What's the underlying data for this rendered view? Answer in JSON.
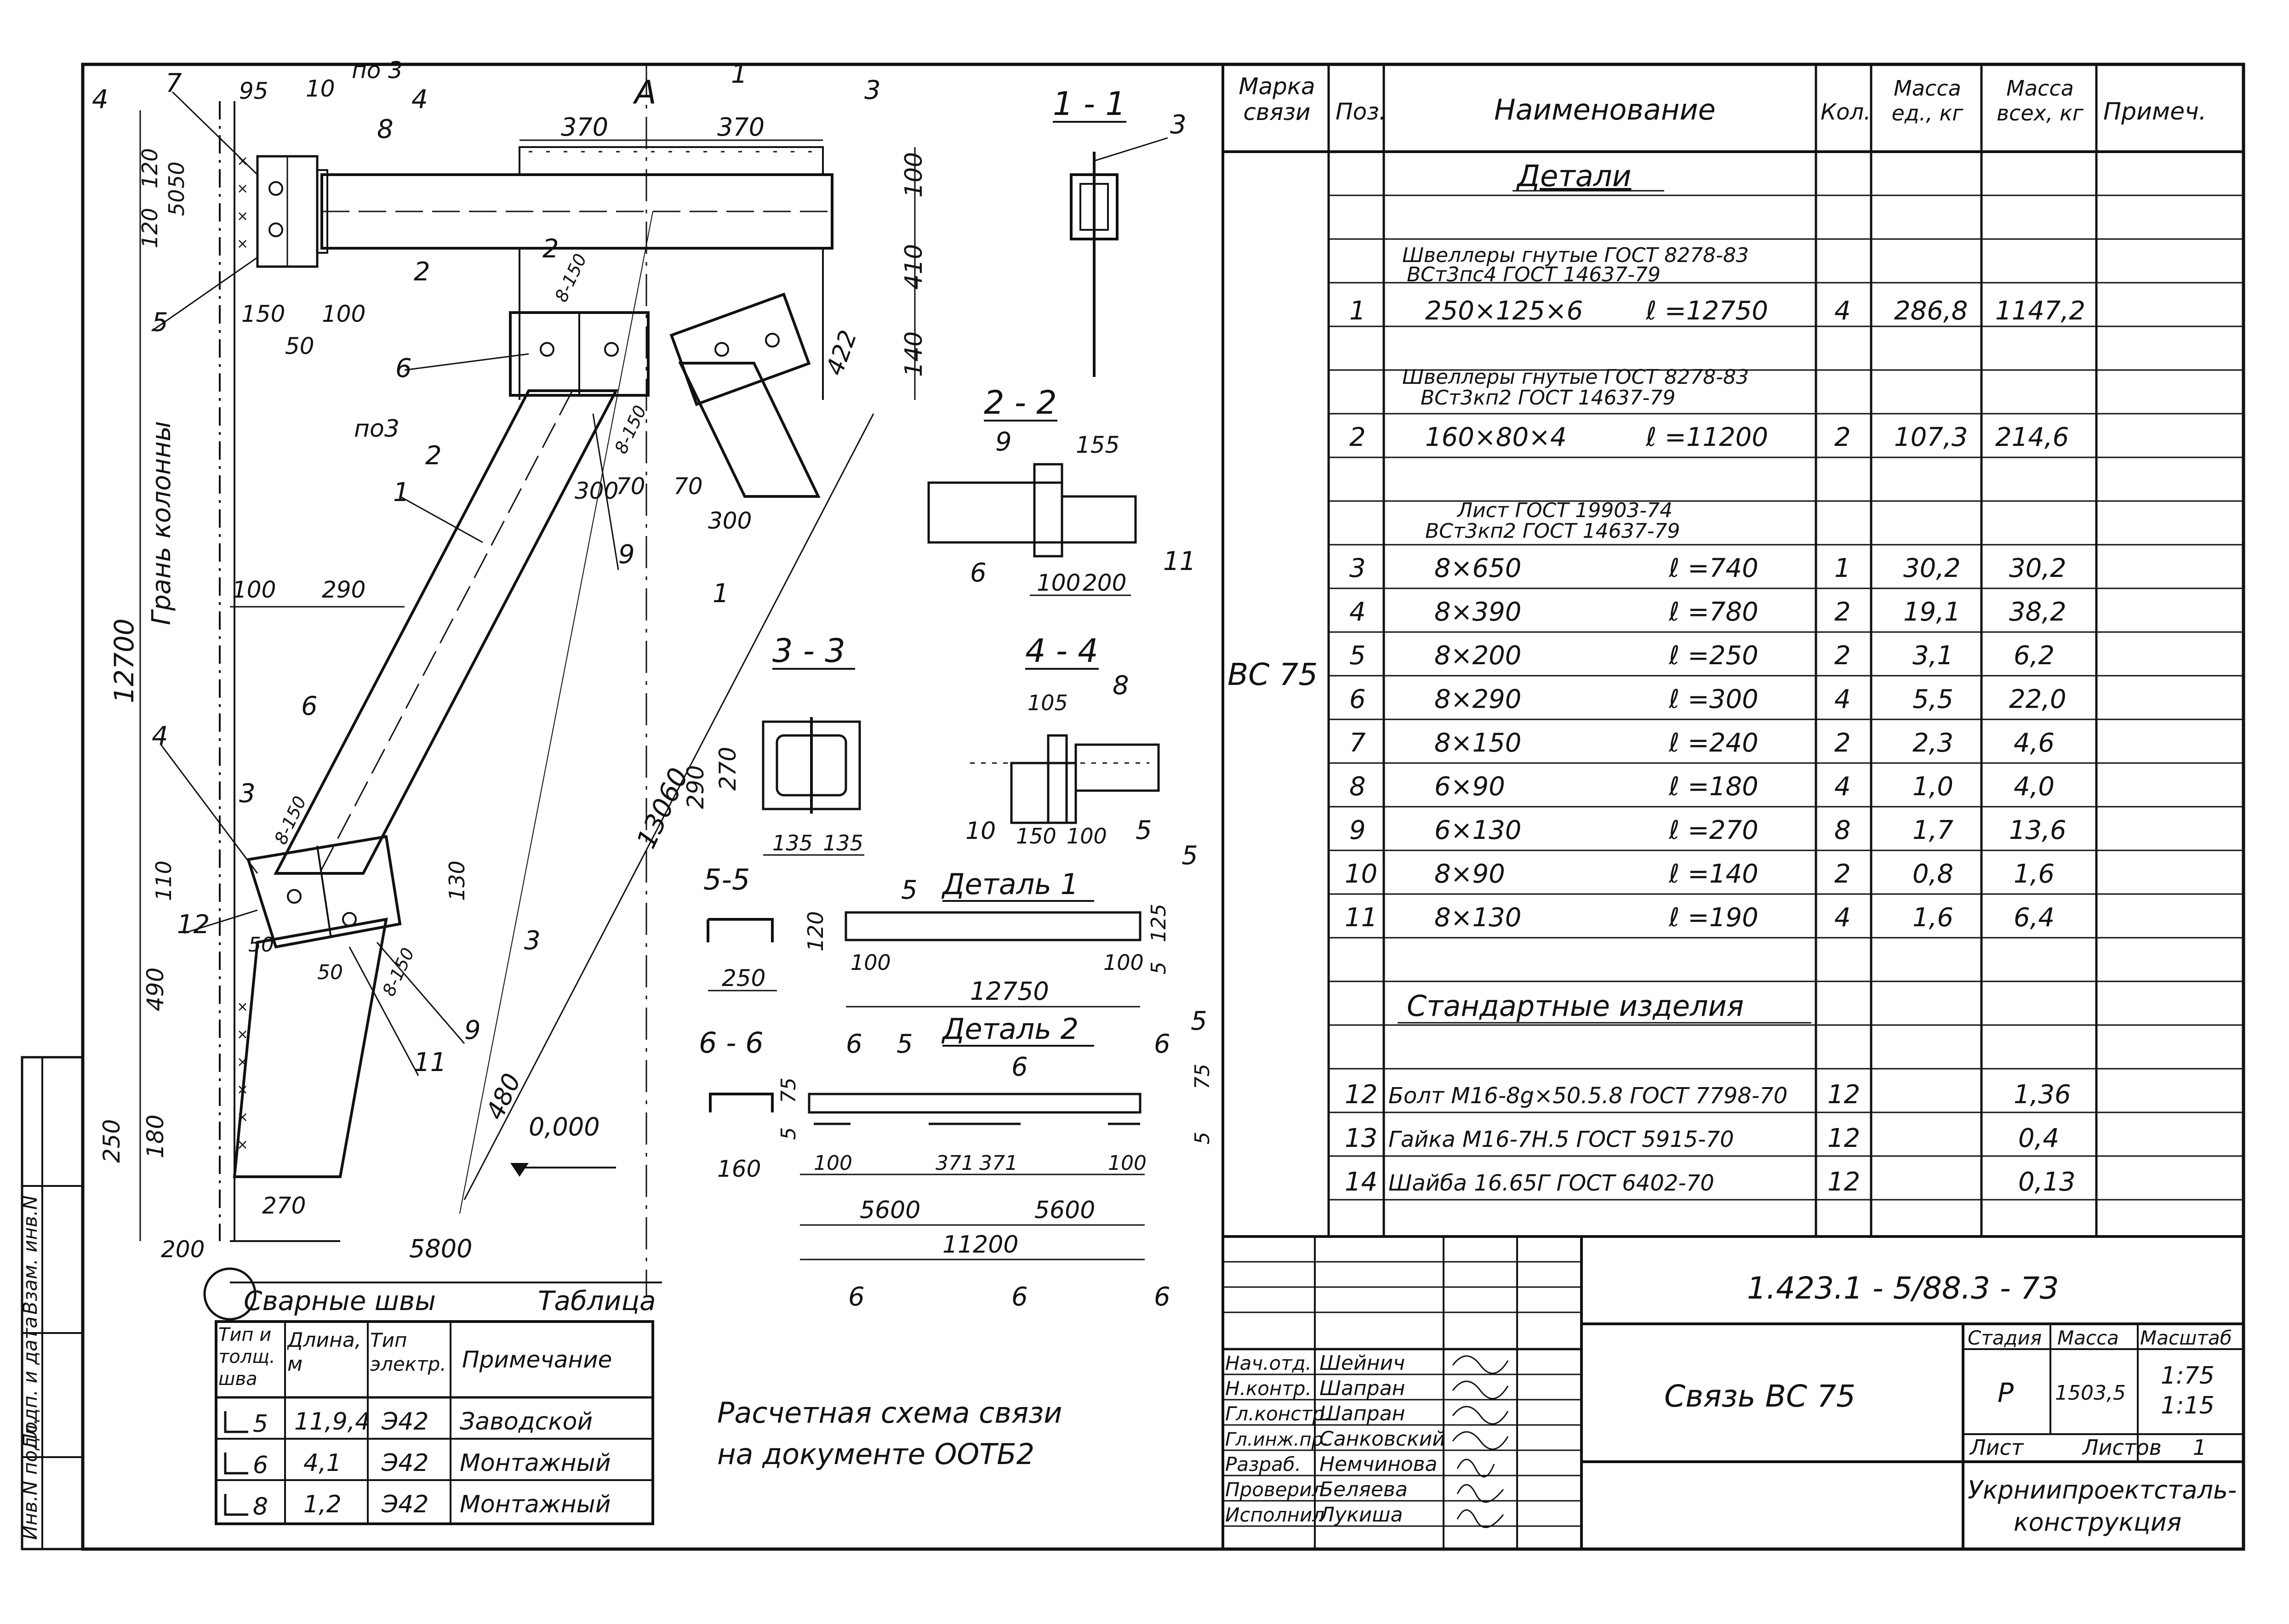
{
  "drawing": {
    "section_marks": {
      "a": "4",
      "b": "7",
      "c": "95",
      "d": "10",
      "e": "по 3",
      "f": "4",
      "g": "1",
      "h": "по3",
      "i": "2",
      "j": "1",
      "k": "2",
      "l": "3",
      "m": "3",
      "n": "8",
      "o": "6"
    },
    "dims": {
      "d370a": "370",
      "d370b": "370",
      "d100": "100",
      "d410": "410",
      "d140": "140",
      "d422": "422",
      "d120a": "120",
      "d50a": "50",
      "d50b": "50",
      "d120b": "120",
      "d150a": "150",
      "d100b": "100",
      "d50c": "50",
      "d300a": "300",
      "d70a": "70",
      "d70b": "70",
      "d300b": "300",
      "d100c": "100",
      "d290": "290",
      "d12700": "12700",
      "d13060": "13060",
      "d110": "110",
      "d490": "490",
      "d130": "130",
      "d50d": "50",
      "d50e": "50",
      "d250": "250",
      "d180": "180",
      "d270": "270",
      "d480": "480",
      "d200": "200",
      "d5800": "5800",
      "zero": "0,000"
    },
    "labels": {
      "p1": "1",
      "p2": "2",
      "p3": "3",
      "p4": "4",
      "p5": "5",
      "p6a": "6",
      "p6b": "6",
      "p7": "7",
      "p8": "8",
      "p9a": "9",
      "p9b": "9",
      "p11": "11",
      "p12": "12",
      "weld_a": "8-150",
      "weld_b": "8-150",
      "weld_c": "8-150",
      "weld_d": "8-150",
      "column_face": "Грань колонны",
      "axis_symbol": "А"
    }
  },
  "sections": {
    "s11": {
      "title": "1 - 1",
      "callout": "3"
    },
    "s22": {
      "title": "2 - 2",
      "d155": "155",
      "d100": "100",
      "d200": "200",
      "c9": "9",
      "c6": "6",
      "c11": "11"
    },
    "s33": {
      "title": "3 - 3",
      "d290": "290",
      "d270": "270",
      "d135a": "135",
      "d135b": "135"
    },
    "s44": {
      "title": "4 - 4",
      "d105": "105",
      "c8": "8",
      "c10": "10",
      "d150": "150",
      "d100": "100",
      "c5": "5"
    },
    "s55": {
      "title": "5-5",
      "d120": "120",
      "d250": "250"
    },
    "s66": {
      "title": "6 - 6",
      "d75": "75",
      "d5": "5",
      "d160": "160"
    },
    "detail1": {
      "title": "Деталь 1",
      "d100a": "100",
      "d12750": "12750",
      "d100b": "100",
      "d125": "125",
      "d5": "5",
      "m5a": "5",
      "m5b": "5",
      "m5c": "5",
      "m5d": "5"
    },
    "detail2": {
      "title": "Деталь 2",
      "d100a": "100",
      "d371a": "371",
      "d371b": "371",
      "d100b": "100",
      "d5600a": "5600",
      "d5600b": "5600",
      "d11200": "11200",
      "d75": "75",
      "d5": "5",
      "m6a": "6",
      "m6b": "6",
      "m6c": "6",
      "m6d": "6",
      "m6e": "6",
      "m6f": "6"
    }
  },
  "calc_note": {
    "line1": "Расчетная схема связи",
    "line2": "на документе  ООТБ2"
  },
  "welds_table": {
    "title_left": "Сварные швы",
    "title_right": "Таблица",
    "headers": [
      "Тип и толщ. шва",
      "Длина, м",
      "Тип электр.",
      "Примечание"
    ],
    "rows": [
      {
        "type": "5",
        "length": "11,9,4",
        "electrode": "Э42",
        "note": "Заводской"
      },
      {
        "type": "6",
        "length": "4,1",
        "electrode": "Э42",
        "note": "Монтажный"
      },
      {
        "type": "8",
        "length": "1,2",
        "electrode": "Э42",
        "note": "Монтажный"
      }
    ]
  },
  "spec_table": {
    "headers": {
      "mark": "Марка связи",
      "pos": "Поз.",
      "name": "Наименование",
      "qty": "Кол.",
      "mass_unit": "Масса ед., кг",
      "mass_total": "Масса всех, кг",
      "note": "Примеч."
    },
    "mark": "ВС 75",
    "section_details": "Детали",
    "group1_line1": "Швеллеры гнутые ГОСТ 8278-83",
    "group1_line2": "ВСт3пс4   ГОСТ 14637-79",
    "group2_line1": "Швеллеры гнутые ГОСТ 8278-83",
    "group2_line2": "ВСт3кп2  ГОСТ 14637-79",
    "group3_line1": "Лист   ГОСТ 19903-74",
    "group3_line2": "ВСт3кп2  ГОСТ 14637-79",
    "section_std": "Стандартные  изделия",
    "rows": [
      {
        "pos": "1",
        "size": "250×125×6",
        "len": "ℓ =12750",
        "qty": "4",
        "mu": "286,8",
        "mt": "1147,2"
      },
      {
        "pos": "2",
        "size": "160×80×4",
        "len": "ℓ =11200",
        "qty": "2",
        "mu": "107,3",
        "mt": "214,6"
      },
      {
        "pos": "3",
        "size": "8×650",
        "len": "ℓ =740",
        "qty": "1",
        "mu": "30,2",
        "mt": "30,2"
      },
      {
        "pos": "4",
        "size": "8×390",
        "len": "ℓ =780",
        "qty": "2",
        "mu": "19,1",
        "mt": "38,2"
      },
      {
        "pos": "5",
        "size": "8×200",
        "len": "ℓ =250",
        "qty": "2",
        "mu": "3,1",
        "mt": "6,2"
      },
      {
        "pos": "6",
        "size": "8×290",
        "len": "ℓ =300",
        "qty": "4",
        "mu": "5,5",
        "mt": "22,0"
      },
      {
        "pos": "7",
        "size": "8×150",
        "len": "ℓ =240",
        "qty": "2",
        "mu": "2,3",
        "mt": "4,6"
      },
      {
        "pos": "8",
        "size": "6×90",
        "len": "ℓ =180",
        "qty": "4",
        "mu": "1,0",
        "mt": "4,0"
      },
      {
        "pos": "9",
        "size": "6×130",
        "len": "ℓ =270",
        "qty": "8",
        "mu": "1,7",
        "mt": "13,6"
      },
      {
        "pos": "10",
        "size": "8×90",
        "len": "ℓ =140",
        "qty": "2",
        "mu": "0,8",
        "mt": "1,6"
      },
      {
        "pos": "11",
        "size": "8×130",
        "len": "ℓ =190",
        "qty": "4",
        "mu": "1,6",
        "mt": "6,4"
      }
    ],
    "std_rows": [
      {
        "pos": "12",
        "name": "Болт М16-8g×50.5.8 ГОСТ 7798-70",
        "qty": "12",
        "mt": "1,36"
      },
      {
        "pos": "13",
        "name": "Гайка М16-7Н.5  ГОСТ 5915-70",
        "qty": "12",
        "mt": "0,4"
      },
      {
        "pos": "14",
        "name": "Шайба 16.65Г   ГОСТ 6402-70",
        "qty": "12",
        "mt": "0,13"
      }
    ]
  },
  "title_block": {
    "code": "1.423.1 - 5/88.3 - 73",
    "title": "Связь ВС 75",
    "stage_h": "Стадия",
    "mass_h": "Масса",
    "scale_h": "Масштаб",
    "stage": "Р",
    "mass": "1503,5",
    "scale1": "1:75",
    "scale2": "1:15",
    "sheet_h": "Лист",
    "sheets_h": "Листов",
    "sheets": "1",
    "org1": "Укрниипроектсталь-",
    "org2": "конструкция",
    "people": [
      {
        "role": "Нач.отд.",
        "name": "Шейнич"
      },
      {
        "role": "Н.контр.",
        "name": "Шапран"
      },
      {
        "role": "Гл.констр.",
        "name": "Шапран"
      },
      {
        "role": "Гл.инж.пр.",
        "name": "Санковский"
      },
      {
        "role": "Разраб.",
        "name": "Немчинова"
      },
      {
        "role": "Проверил",
        "name": "Беляева"
      },
      {
        "role": "Исполнил",
        "name": "Лукиша"
      }
    ]
  },
  "margin_stamp": {
    "inv": "Инв.N подл.",
    "sign": "Подп. и дата",
    "vzam": "Взам. инв.N"
  }
}
